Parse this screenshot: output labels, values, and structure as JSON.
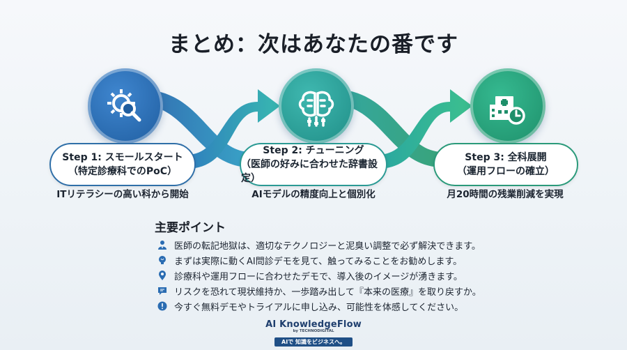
{
  "title": "まとめ：次はあなたの番です",
  "steps": [
    {
      "icon": "gear-search-icon",
      "line1": "Step 1: スモールスタート",
      "line2": "（特定診療科でのPoC）",
      "caption": "ITリテラシーの高い科から開始"
    },
    {
      "icon": "brain-sliders-icon",
      "line1": "Step 2: チューニング",
      "line2": "（医師の好みに合わせた辞書設定）",
      "caption": "AIモデルの精度向上と個別化"
    },
    {
      "icon": "hospital-clock-icon",
      "line1": "Step 3: 全科展開",
      "line2": "（運用フローの確立）",
      "caption": "月20時間の残業削減を実現"
    }
  ],
  "points_title": "主要ポイント",
  "points": [
    {
      "icon": "doctor-icon",
      "text": "医師の転記地獄は、適切なテクノロジーと泥臭い調整で必ず解決できます。"
    },
    {
      "icon": "lightbulb-icon",
      "text": "まずは実際に動くAI問診デモを見て、触ってみることをお勧めします。"
    },
    {
      "icon": "location-pin-icon",
      "text": "診療科や運用フローに合わせたデモで、導入後のイメージが湧きます。"
    },
    {
      "icon": "speech-bubble-icon",
      "text": "リスクを恐れて現状維持か、一歩踏み出して『本来の医療』を取り戻すか。"
    },
    {
      "icon": "info-icon",
      "text": "今すぐ無料デモやトライアルに申し込み、可能性を体感してください。"
    }
  ],
  "brand": {
    "name": "AI KnowledgeFlow",
    "by": "by TECHNODIGITAL",
    "tagline": "AIで 知識をビジネスへ。"
  },
  "colors": {
    "step1": "#2a6cb2",
    "step2": "#2aa39c",
    "step3": "#26a37b",
    "navy": "#1f4f86"
  }
}
